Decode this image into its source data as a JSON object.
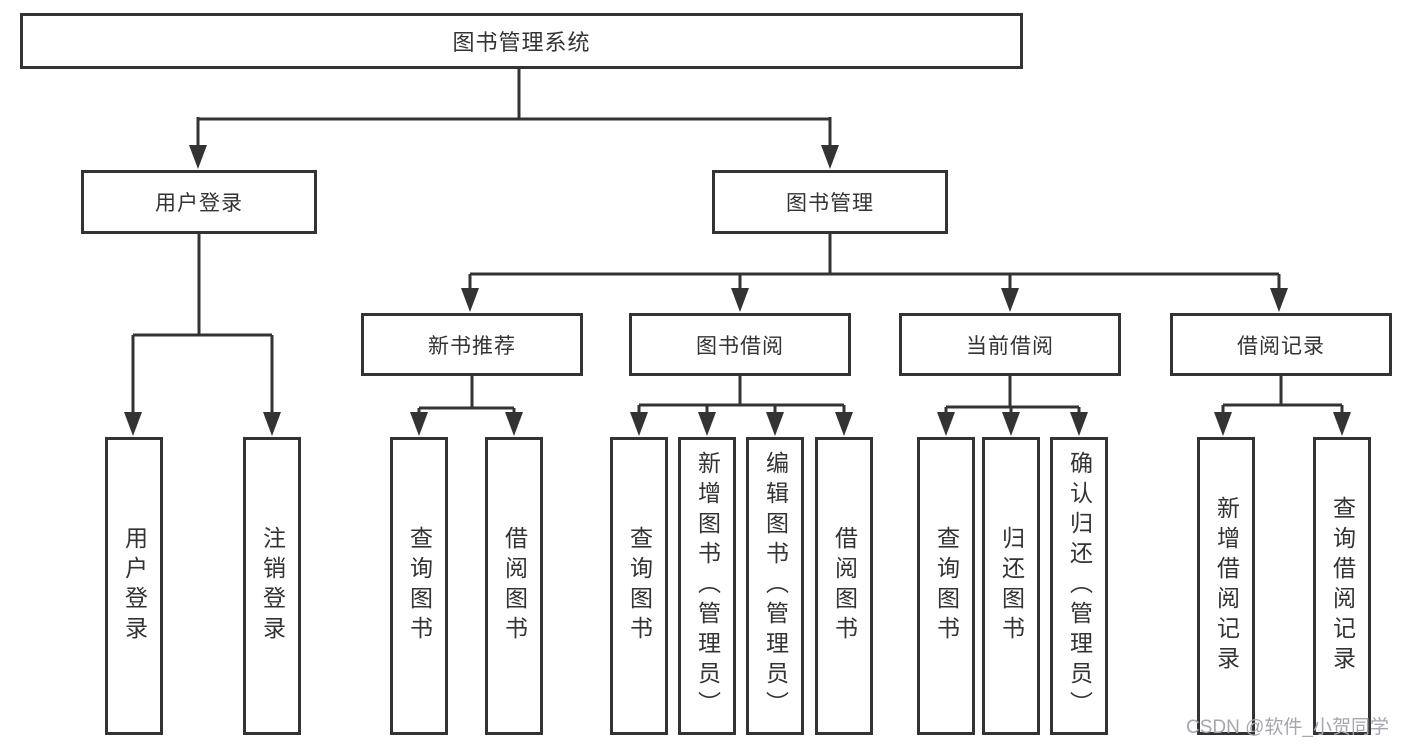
{
  "diagram": {
    "root": {
      "label": "图书管理系统",
      "children": [
        {
          "label": "用户登录",
          "children": [
            {
              "label": "用户登录"
            },
            {
              "label": "注销登录"
            }
          ]
        },
        {
          "label": "图书管理",
          "children": [
            {
              "label": "新书推荐",
              "children": [
                {
                  "label": "查询图书"
                },
                {
                  "label": "借阅图书"
                }
              ]
            },
            {
              "label": "图书借阅",
              "children": [
                {
                  "label": "查询图书"
                },
                {
                  "label": "新增图书（管理员）"
                },
                {
                  "label": "编辑图书（管理员）"
                },
                {
                  "label": "借阅图书"
                }
              ]
            },
            {
              "label": "当前借阅",
              "children": [
                {
                  "label": "查询图书"
                },
                {
                  "label": "归还图书"
                },
                {
                  "label": "确认归还（管理员）"
                }
              ]
            },
            {
              "label": "借阅记录",
              "children": [
                {
                  "label": "新增借阅记录"
                },
                {
                  "label": "查询借阅记录"
                }
              ]
            }
          ]
        }
      ]
    }
  },
  "watermark": {
    "text": "CSDN @软件_小贺同学"
  },
  "colors": {
    "line": "#333333",
    "text": "#333333",
    "canvas": "#ffffff",
    "watermark": "#a6a6b0"
  }
}
